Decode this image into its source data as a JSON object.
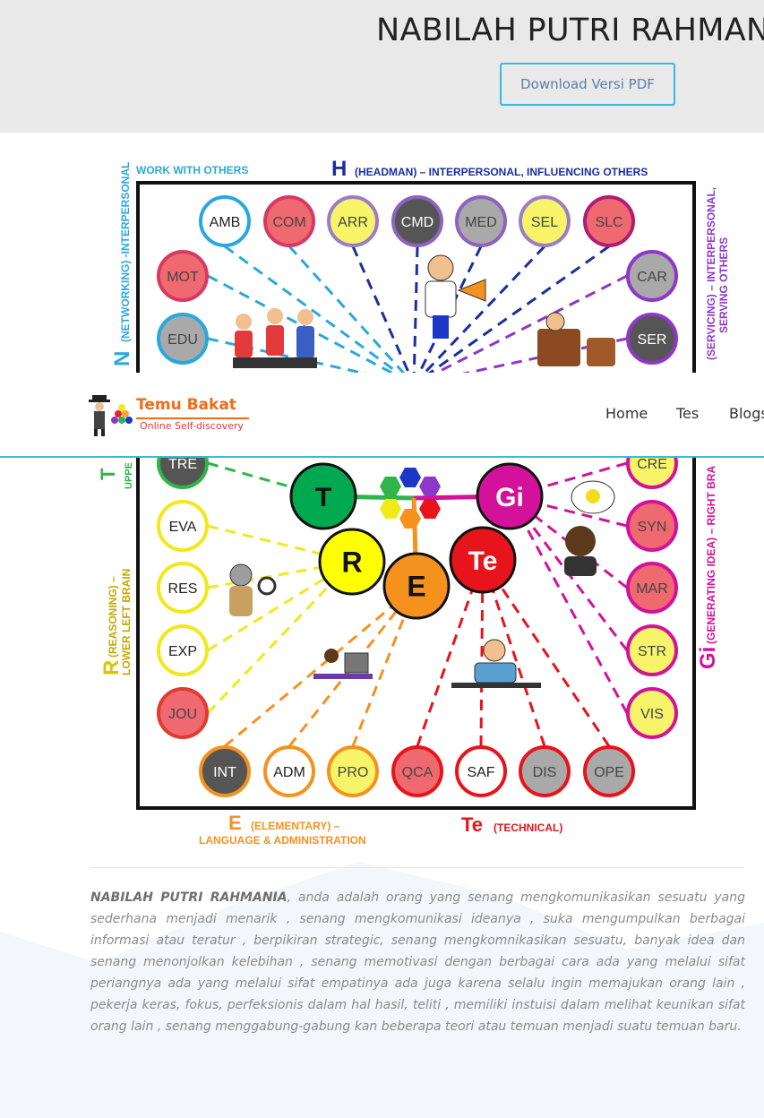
{
  "header": {
    "title": "NABILAH PUTRI RAHMANIA",
    "download_label": "Download Versi PDF"
  },
  "navbar": {
    "logo_text": "Temu Bakat",
    "logo_tagline": "Online Self-discovery",
    "links": [
      "Home",
      "Tes",
      "Blogs"
    ]
  },
  "diagram": {
    "labels": {
      "top_left": "WORK WITH OTHERS",
      "top_letter": "H",
      "top": "(HEADMAN) – INTERPERSONAL, INFLUENCING OTHERS",
      "left_top_letter": "N",
      "left_top": "(NETWORKING) -INTERPERSONAL",
      "left_mid_letter": "T",
      "left_mid": "UPPE",
      "left_bottom_letter": "R",
      "left_bottom_1": "(REASONING) –",
      "left_bottom_2": "LOWER LEFT BRAIN",
      "right_top_1": "(SERVICING) – INTERPERSONAL,",
      "right_top_2": "SERVING OTHERS",
      "right_bottom_letter": "Gi",
      "right_bottom": "(GENERATING IDEA) – RIGHT BRA",
      "bottom_left_letter": "E",
      "bottom_left_1": "(ELEMENTARY) –",
      "bottom_left_2": "LANGUAGE & ADMINISTRATION",
      "bottom_right_letter": "Te",
      "bottom_right": "(TECHNICAL)"
    },
    "top_row": [
      "AMB",
      "COM",
      "ARR",
      "CMD",
      "MED",
      "SEL",
      "SLC"
    ],
    "left_col": [
      "MOT",
      "EDU",
      "TRE",
      "EVA",
      "RES",
      "EXP",
      "JOU"
    ],
    "right_col": [
      "CAR",
      "SER",
      "CRE",
      "SYN",
      "MAR",
      "STR",
      "VIS"
    ],
    "bottom_row": [
      "INT",
      "ADM",
      "PRO",
      "QCA",
      "SAF",
      "DIS",
      "OPE"
    ],
    "hubs": [
      "T",
      "Gi",
      "R",
      "Te",
      "E"
    ],
    "colors": {
      "white": "#ffffff",
      "red": "#ef6a70",
      "yellow": "#f7f46a",
      "dark": "#555555",
      "gray": "#a9a9a9",
      "t_green": "#00a84f",
      "gi_magenta": "#d3119a",
      "r_yellow": "#ffff00",
      "te_red": "#e8141b",
      "e_orange": "#f5921e"
    }
  },
  "description": {
    "name": "NABILAH PUTRI RAHMANIA",
    "text": ", anda adalah orang yang senang mengkomunikasikan sesuatu yang sederhana menjadi menarik , senang mengkomunikasi ideanya , suka mengumpulkan berbagai informasi atau teratur , berpikiran strategic, senang mengkomnikasikan sesuatu, banyak idea dan senang menonjolkan kelebihan , senang memotivasi dengan berbagai cara ada yang melalui sifat periangnya ada yang melalui sifat empatinya ada juga karena selalu ingin memajukan orang lain , pekerja keras, fokus, perfeksionis dalam hal hasil, teliti , memiliki instuisi dalam melihat keunikan sifat orang lain , senang menggabung-gabung kan beberapa teori atau temuan menjadi suatu temuan baru."
  }
}
